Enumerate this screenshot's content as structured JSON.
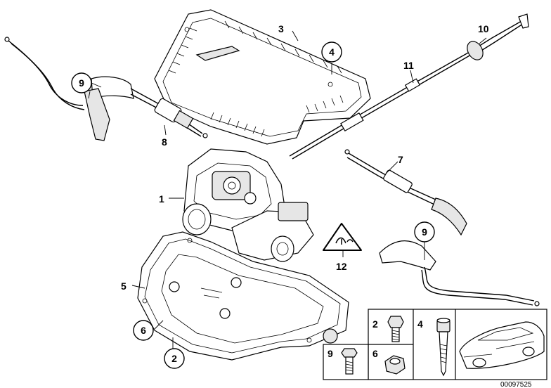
{
  "callouts": {
    "c1": "1",
    "c2": "2",
    "c3": "3",
    "c4": "4",
    "c5": "5",
    "c6": "6",
    "c7": "7",
    "c8": "8",
    "c9a": "9",
    "c9b": "9",
    "c10": "10",
    "c11": "11",
    "c12": "12"
  },
  "legend": {
    "cell_2": "2",
    "cell_4": "4",
    "cell_9": "9",
    "cell_6": "6"
  },
  "document_number": "00097525"
}
